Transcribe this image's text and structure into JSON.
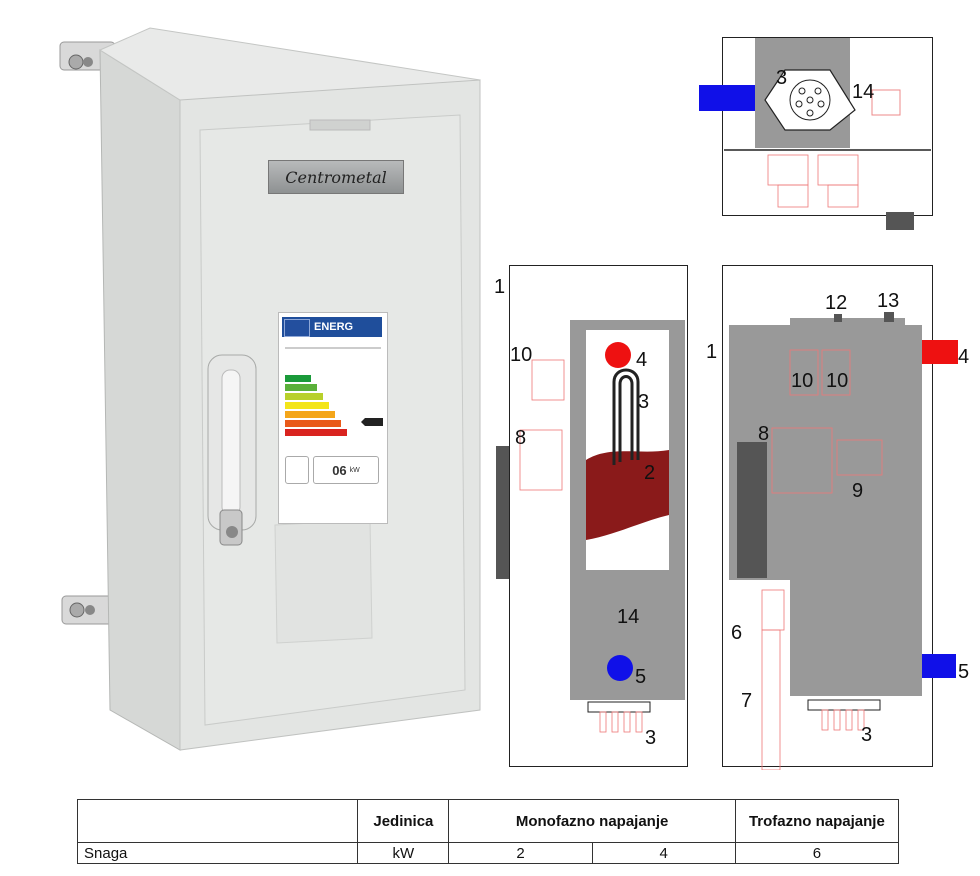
{
  "photo": {
    "brand": "Centrometal",
    "energy_label": {
      "header": "ENERG",
      "power": "06",
      "unit": "kW"
    }
  },
  "callouts": {
    "top": {
      "n3": "3",
      "n14": "14"
    },
    "left": {
      "n1": "1",
      "n10": "10",
      "n8": "8",
      "n4": "4",
      "n3": "3",
      "n2": "2",
      "n14": "14",
      "n5": "5",
      "n3b": "3"
    },
    "right": {
      "n1": "1",
      "n12": "12",
      "n13": "13",
      "n4": "4",
      "n10a": "10",
      "n10b": "10",
      "n8": "8",
      "n9": "9",
      "n6": "6",
      "n7": "7",
      "n5": "5",
      "n3": "3"
    }
  },
  "colors": {
    "hot": "#ee1111",
    "cold": "#1010e8",
    "heater": "#8a1a1a",
    "tank": "#999999",
    "dark": "#555555"
  },
  "table": {
    "header": [
      "",
      "Jedinica",
      "Monofazno napajanje",
      "Trofazno napajanje"
    ],
    "rows": [
      [
        "Snaga",
        "kW",
        "2",
        "4",
        "6"
      ]
    ]
  }
}
